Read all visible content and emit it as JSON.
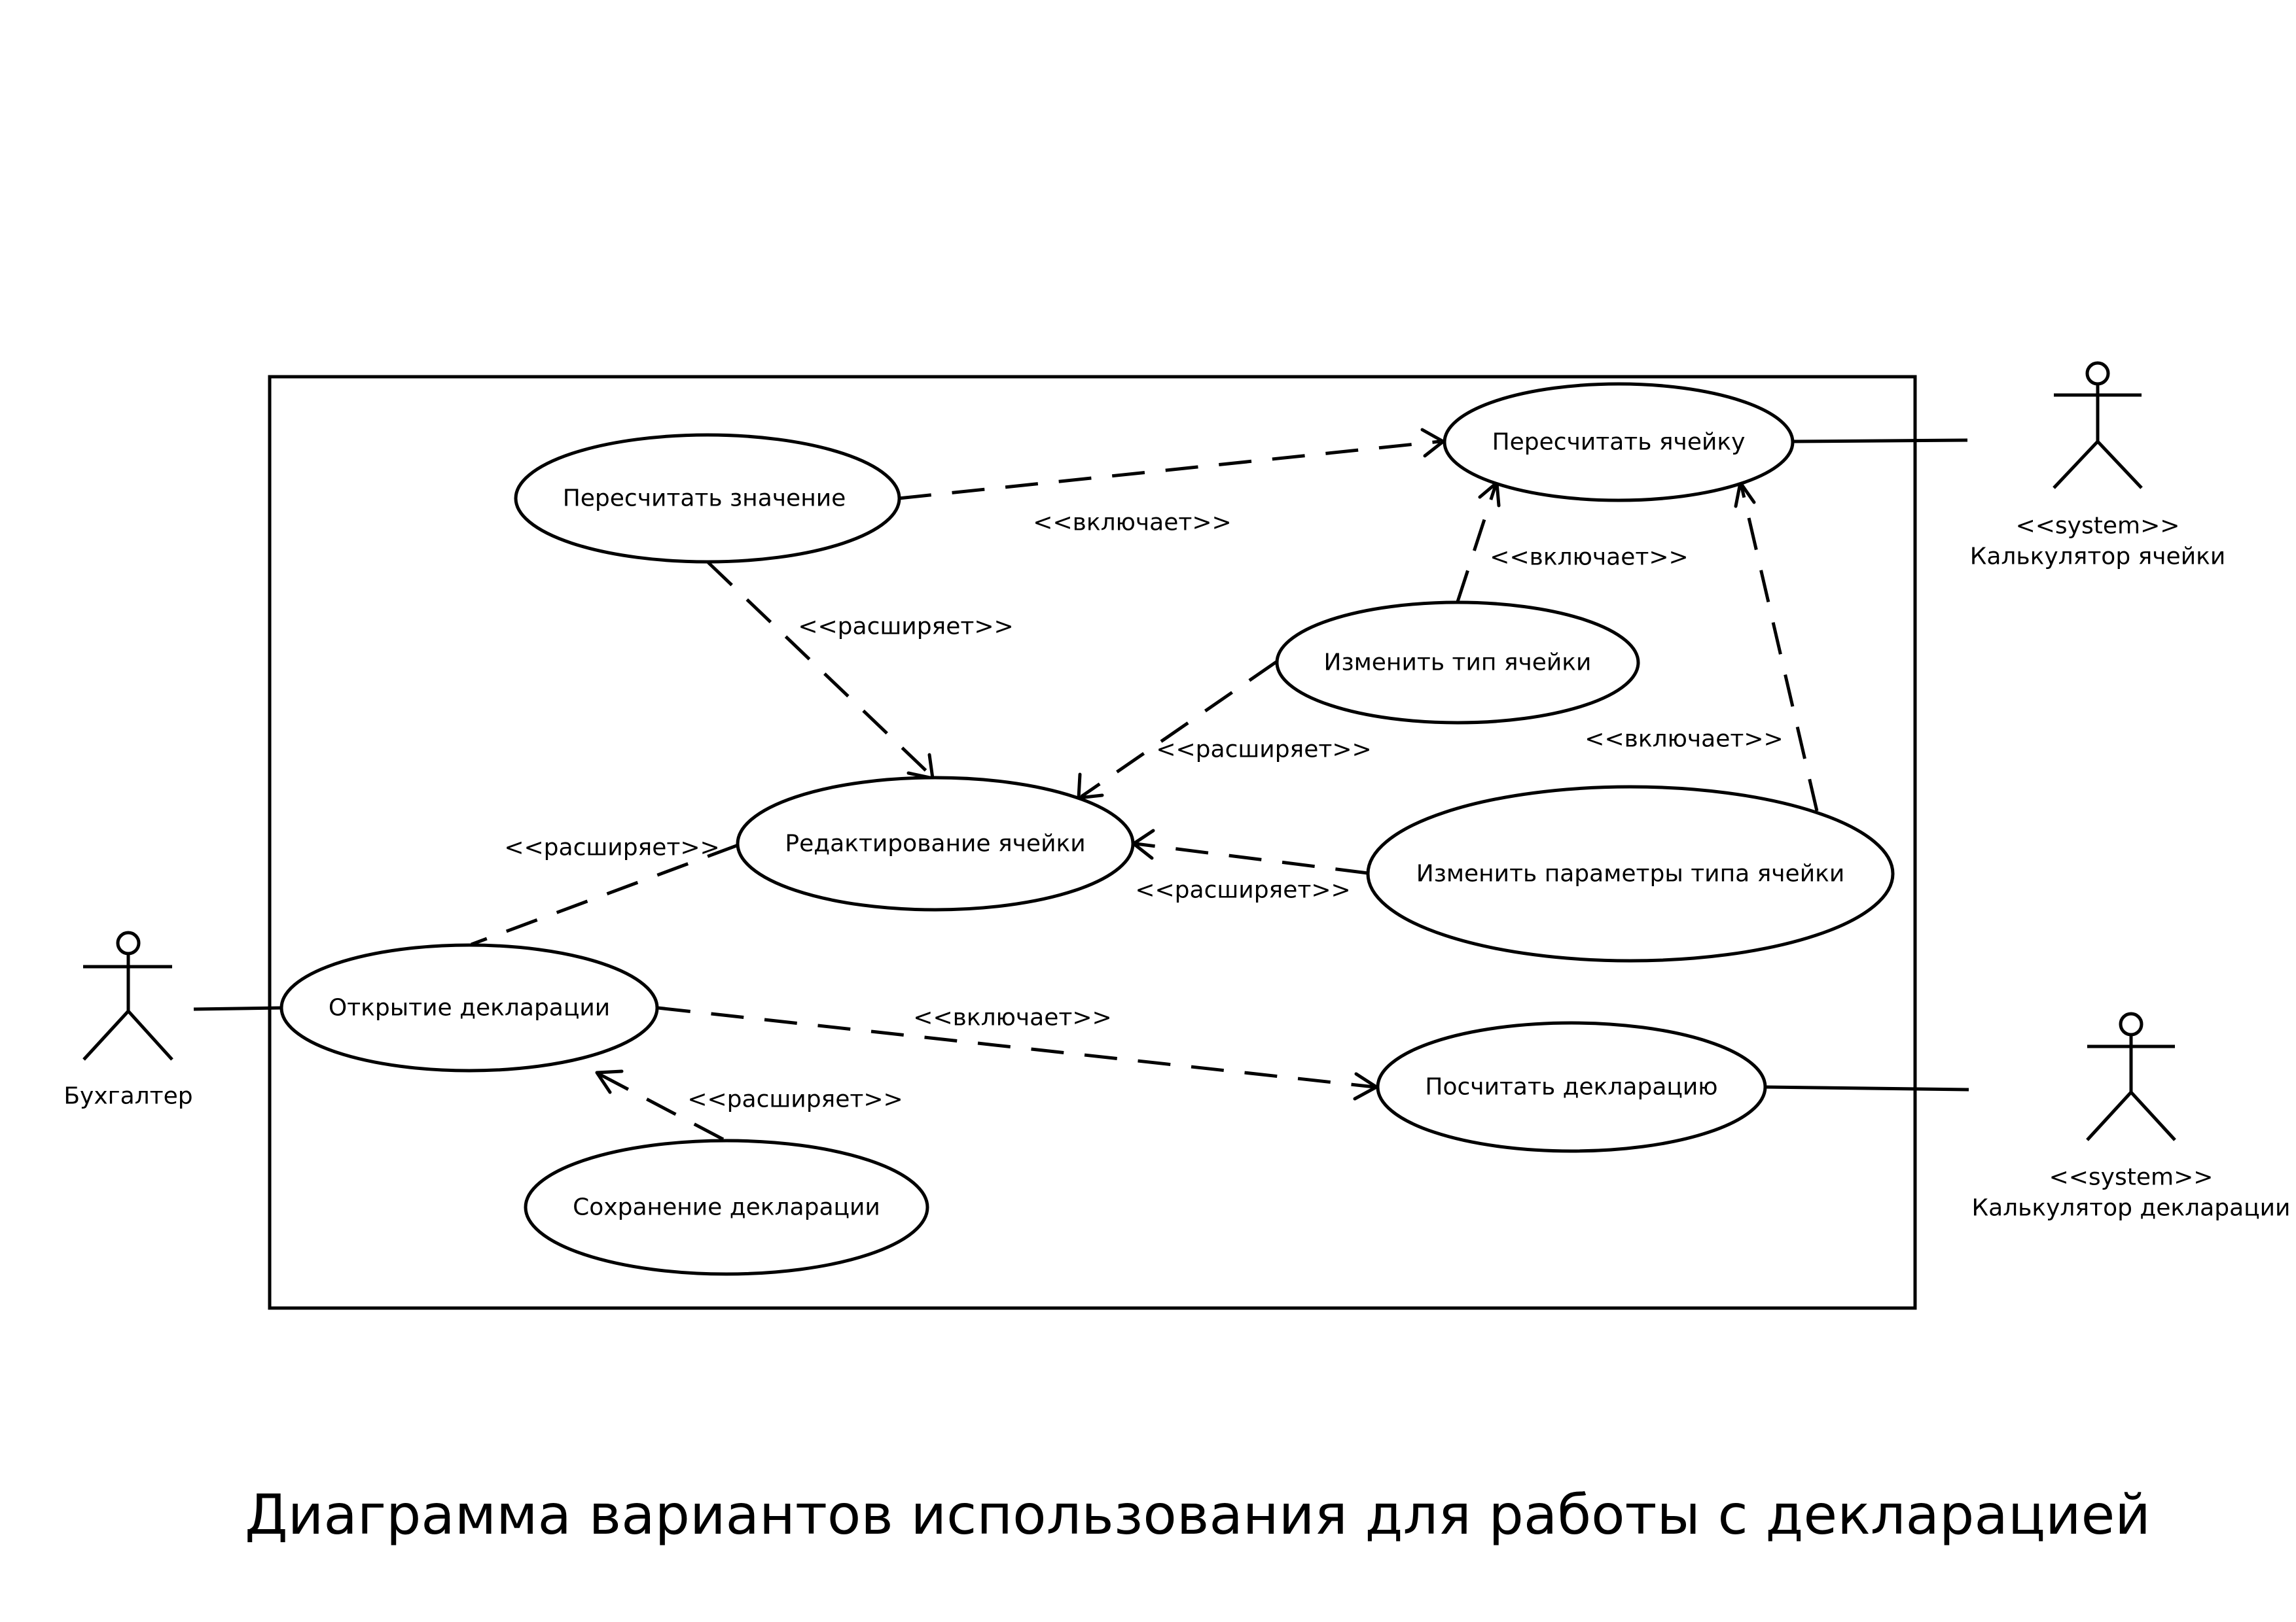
{
  "title": "Диаграмма вариантов использования для работы с декларацией",
  "actors": {
    "accountant": {
      "name": "Бухгалтер"
    },
    "cell_calculator": {
      "stereotype": "<<system>>",
      "name": "Калькулятор ячейки"
    },
    "declaration_calculator": {
      "stereotype": "<<system>>",
      "name": "Калькулятор декларации"
    }
  },
  "use_cases": {
    "recalc_value": "Пересчитать значение",
    "recalc_cell": "Пересчитать ячейку",
    "change_cell_type": "Изменить тип ячейки",
    "edit_cell": "Редактирование ячейки",
    "change_type_params": "Изменить параметры типа ячейки",
    "open_declaration": "Открытие декларации",
    "calc_declaration": "Посчитать декларацию",
    "save_declaration": "Сохранение декларации"
  },
  "relations": {
    "value_includes_cell": "<<включает>>",
    "type_includes_cell": "<<включает>>",
    "params_includes_cell": "<<включает>>",
    "value_extends_edit": "<<расширяет>>",
    "type_extends_edit": "<<расширяет>>",
    "params_extends_edit": "<<расширяет>>",
    "edit_extends_open": "<<расширяет>>",
    "open_includes_calc": "<<включает>>",
    "save_extends_open": "<<расширяет>>"
  }
}
